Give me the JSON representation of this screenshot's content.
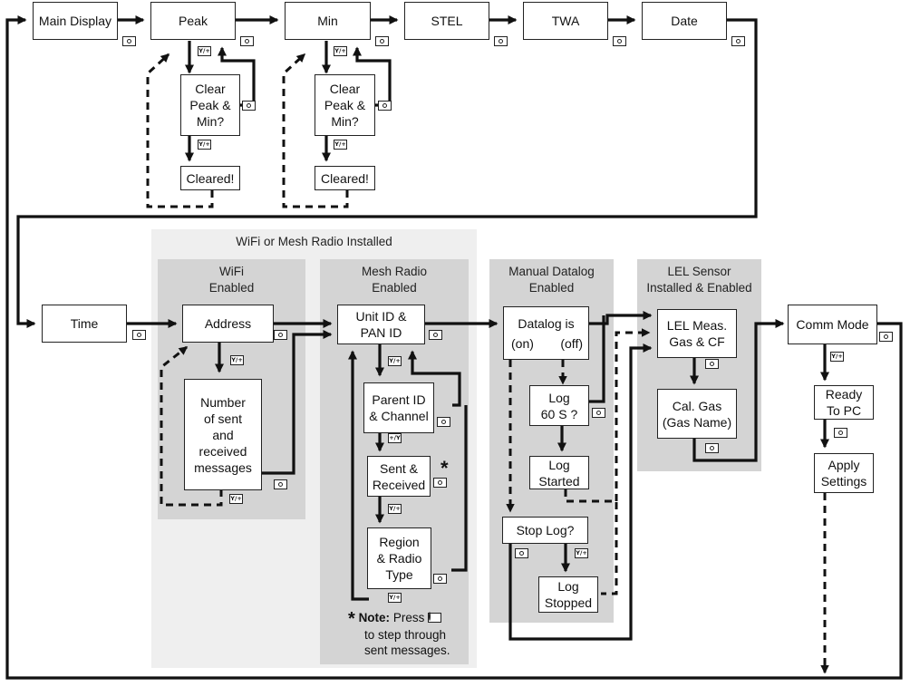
{
  "groups": {
    "wifi_or_mesh": "WiFi or Mesh Radio Installed",
    "wifi": "WiFi\nEnabled",
    "mesh": "Mesh Radio\nEnabled",
    "datalog": "Manual Datalog\nEnabled",
    "lel": "LEL Sensor\nInstalled & Enabled"
  },
  "nodes": {
    "main_display": "Main Display",
    "peak": "Peak",
    "min": "Min",
    "stel": "STEL",
    "twa": "TWA",
    "date": "Date",
    "clear_peak_1": "Clear\nPeak &\nMin?",
    "cleared_1": "Cleared!",
    "clear_peak_2": "Clear\nPeak &\nMin?",
    "cleared_2": "Cleared!",
    "time": "Time",
    "address": "Address",
    "sent_received_msgs": "Number\nof sent\nand\nreceived\nmessages",
    "unit_pan_id": "Unit ID &\nPAN ID",
    "parent_channel": "Parent ID\n& Channel",
    "sent_received": "Sent &\nReceived",
    "region_radio": "Region\n& Radio\nType",
    "datalog_is": "Datalog is",
    "datalog_on": "(on)",
    "datalog_off": "(off)",
    "log_60s": "Log\n60 S  ?",
    "log_started": "Log\nStarted",
    "stop_log": "Stop Log?",
    "log_stopped": "Log\nStopped",
    "lel_meas": "LEL Meas.\nGas & CF",
    "cal_gas": "Cal. Gas\n(Gas Name)",
    "comm_mode": "Comm Mode",
    "ready_pc": "Ready\nTo PC",
    "apply_settings": "Apply\nSettings"
  },
  "buttons": {
    "yes": "Y/+",
    "plus_yes": "+/Y"
  },
  "note": {
    "asterisk": "*",
    "label": "Note:",
    "text1": "Press",
    "text2": "to step through sent messages."
  }
}
